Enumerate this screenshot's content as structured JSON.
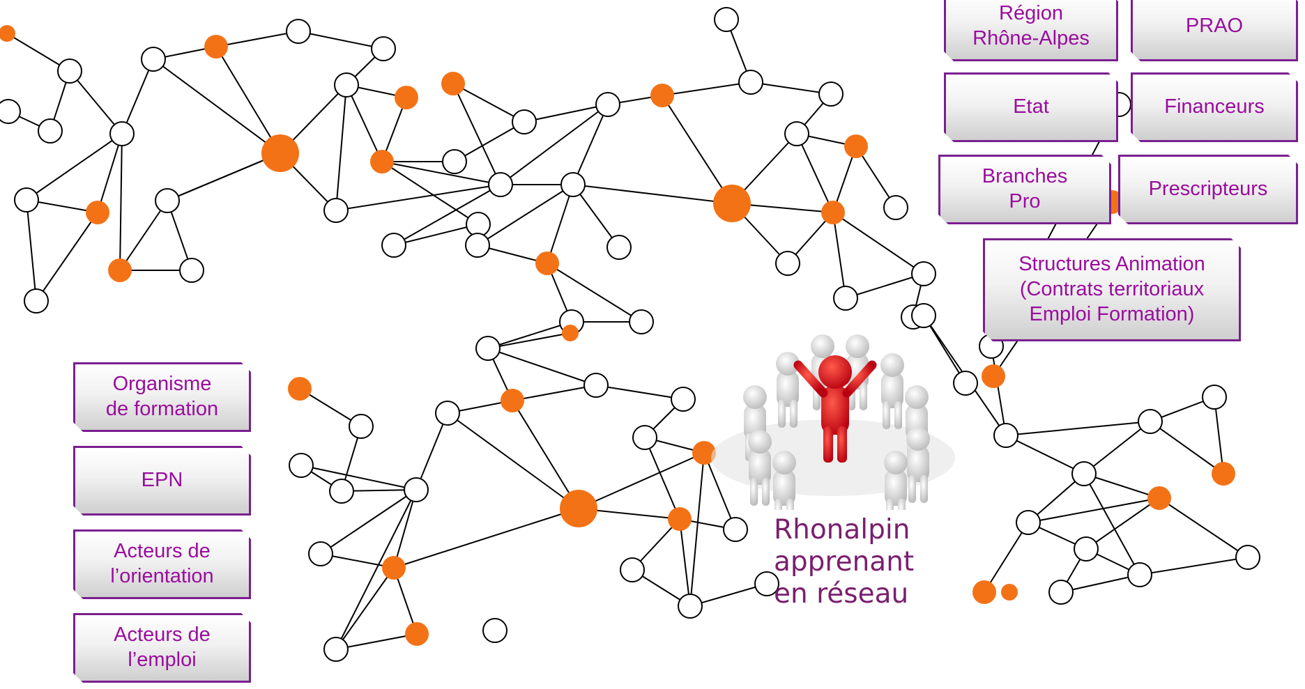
{
  "boxes": {
    "region": "Région\nRhône-Alpes",
    "prao": "PRAO",
    "etat": "Etat",
    "financeurs": "Financeurs",
    "branches": "Branches\nPro",
    "prescripteurs": "Prescripteurs",
    "structures": "Structures Animation\n(Contrats territoriaux\nEmploi Formation)",
    "organisme": "Organisme\nde formation",
    "epn": "EPN",
    "orientation": "Acteurs de\nl’orientation",
    "emploi": "Acteurs de\nl’emploi"
  },
  "caption": "Rhonalpin\napprenant\nen réseau",
  "colors": {
    "orange_node": "#f47216",
    "box_text": "#9a0d9e",
    "box_border": "#7a1f8f",
    "caption": "#7a1f6e",
    "leader": "#e8001c",
    "people": "#eeeeee"
  },
  "icons": {
    "illustration": "people-circle-leader-icon"
  }
}
